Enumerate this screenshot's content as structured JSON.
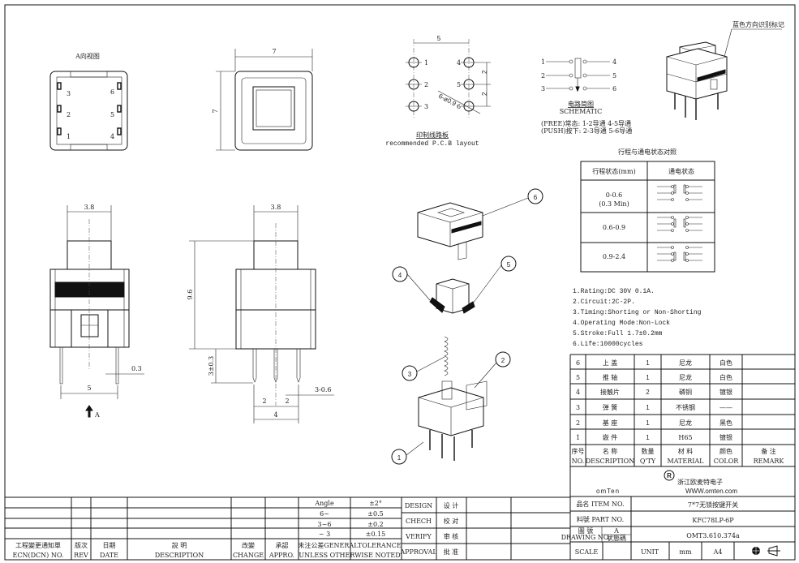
{
  "views": {
    "a_view_title": "A向视图",
    "a_view_pins_left": [
      "3",
      "2",
      "1"
    ],
    "a_view_pins_right": [
      "6",
      "5",
      "4"
    ],
    "top_view_width": "7",
    "top_view_height": "7",
    "front_cap_width": "3.8",
    "front_pin_pitch": "5",
    "front_pin_thickness": "0.3",
    "direction_marker": "A",
    "side_cap_width": "3.8",
    "side_height": "9.6",
    "side_pin_length": "3±0.3",
    "side_pitch_a": "2",
    "side_pitch_b": "2",
    "side_pitch_total": "4",
    "side_pin_width": "3-0.6"
  },
  "pcb": {
    "pitch_x": "5",
    "pitch_y1": "2",
    "pitch_y2": "2",
    "hole_spec": "6-ø0.9",
    "pins_left": [
      "1",
      "2",
      "3"
    ],
    "pins_right": [
      "4",
      "5",
      "6"
    ],
    "caption_cn": "印制线路板",
    "caption_en": "recommended P.C.B layout"
  },
  "schematic": {
    "pins_left": [
      "1",
      "2",
      "3"
    ],
    "pins_right": [
      "4",
      "5",
      "6"
    ],
    "caption_cn": "电路简图",
    "caption_en": "SCHEMATIC",
    "free_state": "(FREE)常态: 1-2导通 4-5导通",
    "push_state": "(PUSH)按下: 2-3导通 5-6导通"
  },
  "iso_label": "蓝色方向识别标记",
  "state_table": {
    "title": "行程与通电状态对照",
    "headers": [
      "行程状态(mm)",
      "通电状态"
    ],
    "rows": [
      {
        "stroke": "0-0.6",
        "note": "(0.3 Min)"
      },
      {
        "stroke": "0.6-0.9",
        "note": ""
      },
      {
        "stroke": "0.9-2.4",
        "note": ""
      }
    ]
  },
  "specs": [
    "1.Rating:DC 30V 0.1A.",
    "2.Circuit:2C-2P.",
    "3.Timing:Shorting or Non-Shorting",
    "4.Operating Mode:Non-Lock",
    "5.Stroke:Full 1.7±0.2mm",
    "6.Life:10000cycles"
  ],
  "balloons": [
    "1",
    "2",
    "3",
    "4",
    "5",
    "6"
  ],
  "parts": {
    "rows": [
      [
        "6",
        "上 盖",
        "1",
        "尼龙",
        "白色",
        ""
      ],
      [
        "5",
        "推 轴",
        "1",
        "尼龙",
        "白色",
        ""
      ],
      [
        "4",
        "接触片",
        "2",
        "磷铜",
        "镀银",
        ""
      ],
      [
        "3",
        "弹 簧",
        "1",
        "不锈钢",
        "——",
        ""
      ],
      [
        "2",
        "基 座",
        "1",
        "尼龙",
        "黑色",
        ""
      ],
      [
        "1",
        "嵌 件",
        "1",
        "H65",
        "镀银",
        ""
      ]
    ],
    "headers_cn": [
      "序号",
      "名  称",
      "数量",
      "材  料",
      "颜色",
      "备  注"
    ],
    "headers_en": [
      "NO.",
      "DESCRIPTION",
      "Q'TY",
      "MATERIAL",
      "COLOR",
      "REMARK"
    ]
  },
  "brand": {
    "logo": "omTen",
    "company": "浙江欧麦特电子",
    "website": "WWW.omten.com"
  },
  "title_block": {
    "item_label": "品名 ITEM NO.",
    "item_value": "7*7无锁按键开关",
    "part_label": "料號 PART NO.",
    "part_value": "KFC78LP-6P",
    "drawing_label_cn": "圖  號",
    "drawing_label_en": "DRAWING NO.",
    "drawing_rev": "A",
    "drawing_rev_cn": "状態碼",
    "drawing_value": "OMT3.610.374a",
    "scale_label": "SCALE",
    "scale_value": "",
    "unit_label": "UNIT",
    "unit_value": "mm",
    "size": "A4"
  },
  "approval": [
    {
      "en": "DESIGN",
      "cn": "设 计"
    },
    {
      "en": "CHECH",
      "cn": "校 对"
    },
    {
      "en": "VERIFY",
      "cn": "审 核"
    },
    {
      "en": "APPROVAL",
      "cn": "批 准"
    }
  ],
  "tolerance": {
    "rows": [
      [
        "Angle",
        "±2°"
      ],
      [
        "6~",
        "±0.5"
      ],
      [
        "3~6",
        "±0.2"
      ],
      [
        "~ 3",
        "±0.15"
      ]
    ],
    "header_1": "未注公差GENERALTOLERANCE",
    "header_2": "UNLESS OTHERWISE NOTED"
  },
  "revision": {
    "headers_cn": [
      "工程變更通知單",
      "版次",
      "日期",
      "說 明",
      "改變",
      "承認"
    ],
    "headers_en": [
      "ECN(DCN) NO.",
      "REV",
      "DATE",
      "DESCRIPTION",
      "CHANGE",
      "APPRO."
    ]
  }
}
